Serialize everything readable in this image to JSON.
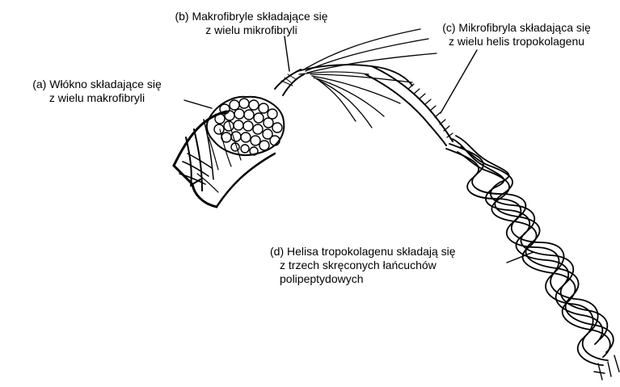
{
  "labels": {
    "a": {
      "line1": "(a) Włókno składające się",
      "line2": "z wielu makrofibryli"
    },
    "b": {
      "line1": "(b) Makrofibryle składające się",
      "line2": "z wielu mikrofibryli"
    },
    "c": {
      "line1": "(c) Mikrofibryla składająca się",
      "line2": "z wielu helis tropokolagenu"
    },
    "d": {
      "line1": "(d) Helisa tropokolagenu składają się",
      "line2": "z trzech skręconych łańcuchów",
      "line3": "polipeptydowych"
    }
  }
}
